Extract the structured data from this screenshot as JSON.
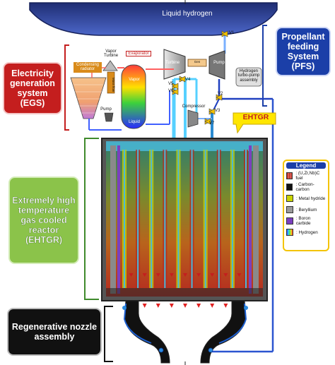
{
  "top": {
    "liquid_hydrogen": "Liquid hydrogen"
  },
  "systems": {
    "egs": "Electricity generation system (EGS)",
    "pfs": "Propellant feeding System (PFS)",
    "ehtgr_label": "EHTGR",
    "ehtgr_long": "Extremely high temperature gas cooled reactor (EHTGR)",
    "nozzle": "Regenerative nozzle assembly"
  },
  "components": {
    "condensing_radiator": "Condensing radiator",
    "vapor_turbine": "Vapor Turbine",
    "evaporator": "Evaporator",
    "vapor": "Vapor",
    "liquid": "Liquid",
    "pump_egs": "Pump",
    "turbine": "Turbine",
    "pump_pfs": "Pump",
    "turbo_pump": "Hydrogen turbo-pump assembly",
    "compressor": "Compressor",
    "mass_flow": "Mass flow",
    "gen_small": "Gen"
  },
  "valves": [
    "V1",
    "V2",
    "V3",
    "V4",
    "V5",
    "V6",
    "V7"
  ],
  "legend": {
    "title": "Legend",
    "items": [
      {
        "label": ": (U,Zr,Nb)C fuel",
        "color": "#c0392b"
      },
      {
        "label": ": Carbon-carbon",
        "color": "#111111"
      },
      {
        "label": ": Metal hydride",
        "color": "#c8d400"
      },
      {
        "label": ": Beryllium",
        "color": "#9a9a9a"
      },
      {
        "label": ": Boron carbide",
        "color": "#7b3fbf"
      },
      {
        "label": ": Hydrogen",
        "color": "gradient"
      }
    ]
  },
  "colors": {
    "egs_red": "#c41e1e",
    "pfs_blue": "#1b3fa8",
    "reactor_green": "#8bc34a",
    "tank_navy": "#2f3f8f",
    "ehtgr_yellow": "#ffe600",
    "nozzle_black": "#111111"
  }
}
